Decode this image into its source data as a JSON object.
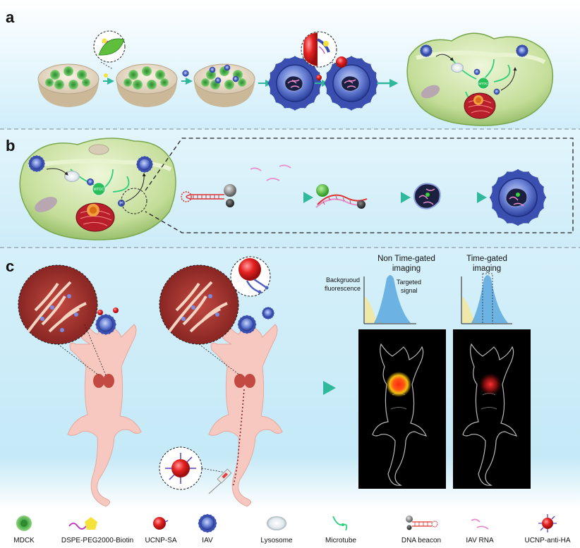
{
  "panels": {
    "a": "a",
    "b": "b",
    "c": "c"
  },
  "cell_labels": {
    "mtoc": "MTOC"
  },
  "imaging": {
    "non_time_gated": {
      "title_line1": "Non Time-gated",
      "title_line2": "imaging",
      "background_label_line1": "Backgruoud",
      "background_label_line2": "fluorescence",
      "signal_label_line1": "Targeted",
      "signal_label_line2": "signal"
    },
    "time_gated": {
      "title_line1": "Time-gated",
      "title_line2": "imaging"
    }
  },
  "legend": [
    {
      "id": "mdck",
      "label": "MDCK"
    },
    {
      "id": "dspe",
      "label": "DSPE-PEG2000-Biotin"
    },
    {
      "id": "ucnp-sa",
      "label": "UCNP-SA"
    },
    {
      "id": "iav",
      "label": "IAV"
    },
    {
      "id": "lysosome",
      "label": "Lysosome"
    },
    {
      "id": "microtube",
      "label": "Microtube"
    },
    {
      "id": "dna-beacon",
      "label": "DNA beacon"
    },
    {
      "id": "iav-rna",
      "label": "IAV RNA"
    },
    {
      "id": "ucnp-anti-ha",
      "label": "UCNP-anti-HA"
    }
  ],
  "colors": {
    "cell_green": "#a9cf7e",
    "virus_blue": "#3b4fb0",
    "ucnp_red": "#e02020",
    "rna_pink": "#e88ccc",
    "arrow_teal": "#3fc0a8",
    "mouse_pink": "#f6c8c0",
    "signal_blue": "#5aa7de",
    "background_yellow": "#efe8a8"
  }
}
